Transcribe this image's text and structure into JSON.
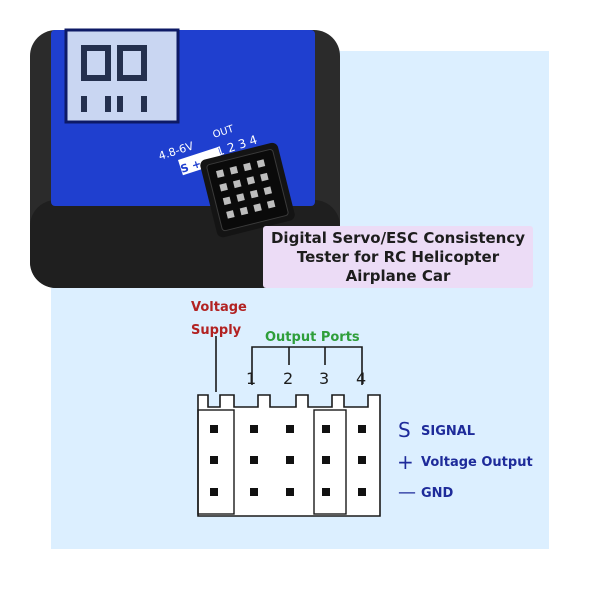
{
  "device": {
    "voltage_label": "4.8-6V",
    "out_label": "OUT",
    "port_numbers": [
      "1",
      "2",
      "3",
      "4"
    ],
    "pin_marks": "S + -"
  },
  "caption": {
    "line1": "Digital Servo/ESC Consistency",
    "line2": "Tester for RC Helicopter",
    "line3": "Airplane Car"
  },
  "diagram": {
    "voltage_label_line1": "Voltage",
    "voltage_label_line2": "Supply",
    "output_ports_label": "Output Ports",
    "port_numbers": [
      "1",
      "2",
      "3",
      "4"
    ],
    "pins": [
      {
        "symbol": "S",
        "label": "SIGNAL"
      },
      {
        "symbol": "+",
        "label": "Voltage Output"
      },
      {
        "symbol": "—",
        "label": "GND"
      }
    ]
  },
  "colors": {
    "panel_background": "#dcefff",
    "device_body": "#2b2b2b",
    "device_label": "#1f3fcf",
    "caption_background": "#ecdcf6",
    "supply_label": "#b22222",
    "output_label": "#2e9e3a",
    "pin_label": "#1e2b9a"
  }
}
